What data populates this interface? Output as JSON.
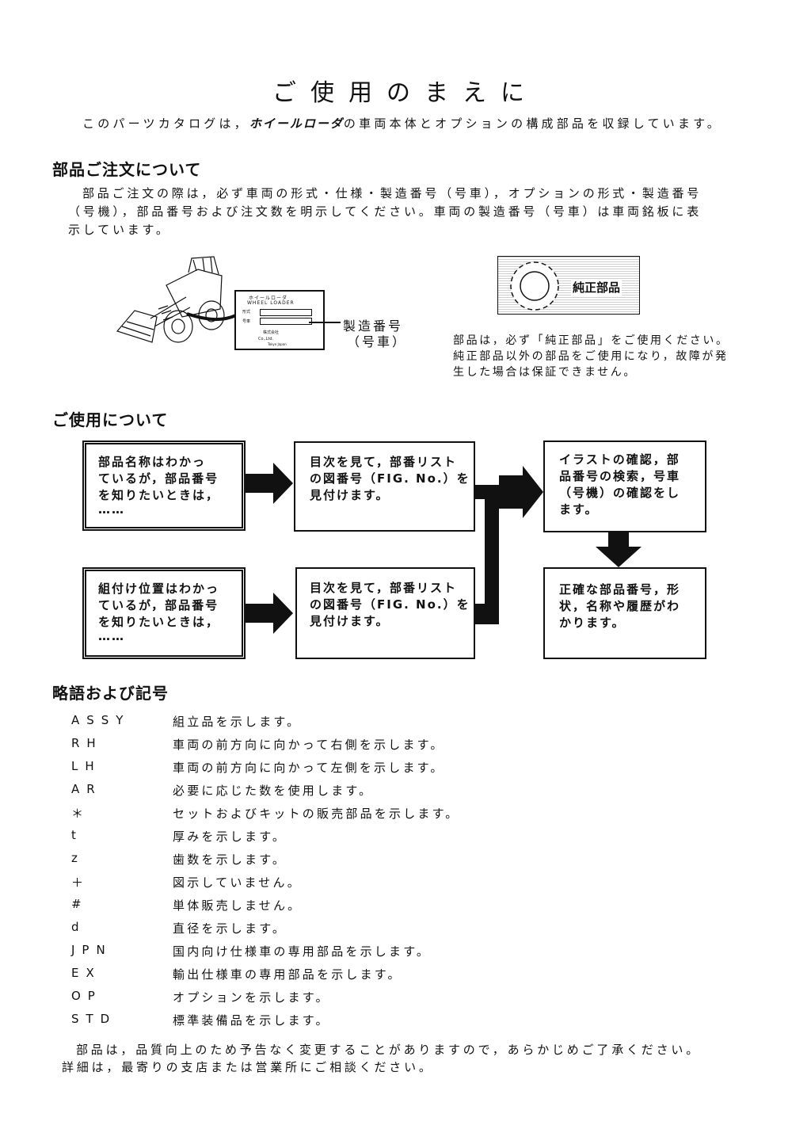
{
  "page": {
    "title": "ご使用のまえに",
    "intro_before": "このパーツカタログは，",
    "intro_brand": "ホイールローダ",
    "intro_after": "の車両本体とオプションの構成部品を収録しています。"
  },
  "order_section": {
    "heading": "部品ご注文について",
    "lines": [
      "部品ご注文の際は，必ず車両の形式・仕様・製造番号（号車），オプションの形式・製造番号",
      "（号機），部品番号および注文数を明示してください。車両の製造番号（号車）は車両銘板に表",
      "示しています。"
    ],
    "nameplate": {
      "line1": "ホイールローダ",
      "line2": "WHEEL LOADER",
      "field1": "形式",
      "field2": "号車",
      "maker": "株式会社",
      "maker_en": "Co.,Ltd.",
      "country": "Tokyo Japan"
    },
    "serial_label_1": "製造番号",
    "serial_label_2": "（号車）",
    "genuine_label": "純正部品",
    "genuine_note": [
      "部品は，必ず「純正部品」をご使用ください。",
      "純正部品以外の部品をご使用になり，故障が発",
      "生した場合は保証できません。"
    ]
  },
  "usage_section": {
    "heading": "ご使用について",
    "box_a": [
      "部品名称はわかっ",
      "ているが，部品番号",
      "を知りたいときは，",
      "……"
    ],
    "box_b": [
      "目次を見て，部番リスト",
      "の図番号（FIG. No.）を",
      "見付けます。"
    ],
    "box_c": [
      "イラストの確認，部",
      "品番号の検索，号車",
      "（号機）の確認をし",
      "ます。"
    ],
    "box_d": [
      "組付け位置はわかっ",
      "ているが，部品番号",
      "を知りたいときは，",
      "……"
    ],
    "box_e": [
      "目次を見て，部番リスト",
      "の図番号（FIG. No.）を",
      "見付けます。"
    ],
    "box_f": [
      "正確な部品番号，形",
      "状，名称や履歴がわ",
      "かります。"
    ]
  },
  "abbr_section": {
    "heading": "略語および記号",
    "items": [
      {
        "code": "ASSY",
        "desc": "組立品を示します。"
      },
      {
        "code": "RH",
        "desc": "車両の前方向に向かって右側を示します。"
      },
      {
        "code": "LH",
        "desc": "車両の前方向に向かって左側を示します。"
      },
      {
        "code": "AR",
        "desc": "必要に応じた数を使用します。"
      },
      {
        "code": "＊",
        "desc": "セットおよびキットの販売部品を示します。"
      },
      {
        "code": "t",
        "desc": "厚みを示します。"
      },
      {
        "code": "z",
        "desc": "歯数を示します。"
      },
      {
        "code": "＋",
        "desc": "図示していません。"
      },
      {
        "code": "#",
        "desc": "単体販売しません。"
      },
      {
        "code": "d",
        "desc": "直径を示します。"
      },
      {
        "code": "JPN",
        "desc": "国内向け仕様車の専用部品を示します。"
      },
      {
        "code": "EX",
        "desc": "輸出仕様車の専用部品を示します。"
      },
      {
        "code": "OP",
        "desc": "オプションを示します。"
      },
      {
        "code": "STD",
        "desc": "標準装備品を示します。"
      }
    ]
  },
  "footer": {
    "line1": "部品は，品質向上のため予告なく変更することがありますので，あらかじめご了承ください。",
    "line2": "詳細は，最寄りの支店または営業所にご相談ください。"
  }
}
